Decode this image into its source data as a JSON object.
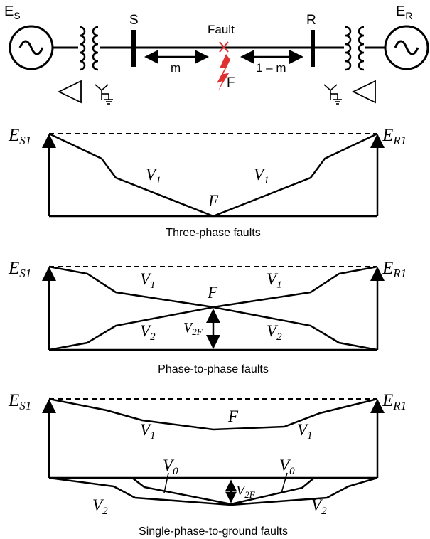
{
  "one_line": {
    "source_s": {
      "letter": "E",
      "sub": "S"
    },
    "source_r": {
      "letter": "E",
      "sub": "R"
    },
    "bus_s": "S",
    "bus_r": "R",
    "fault_label": "Fault",
    "m_label": "m",
    "one_minus_m_label": "1 – m",
    "fault_point_label": "F",
    "colors": {
      "line": "#000000",
      "fault": "#e0302f"
    }
  },
  "panels": [
    {
      "caption": "Three-phase faults",
      "left_source": {
        "main": "E",
        "sub": "S1"
      },
      "right_source": {
        "main": "E",
        "sub": "R1"
      },
      "curve_labels": {
        "pos_left": "V",
        "pos_left_sub": "1",
        "pos_right": "V",
        "pos_right_sub": "1",
        "fault": "F"
      }
    },
    {
      "caption": "Phase-to-phase faults",
      "left_source": {
        "main": "E",
        "sub": "S1"
      },
      "right_source": {
        "main": "E",
        "sub": "R1"
      },
      "curve_labels": {
        "pos_left": "V",
        "pos_left_sub": "1",
        "pos_right": "V",
        "pos_right_sub": "1",
        "neg_left": "V",
        "neg_left_sub": "2",
        "neg_right": "V",
        "neg_right_sub": "2",
        "fault_volt": "V",
        "fault_volt_sub": "2F",
        "fault": "F"
      }
    },
    {
      "caption": "Single-phase-to-ground faults",
      "left_source": {
        "main": "E",
        "sub": "S1"
      },
      "right_source": {
        "main": "E",
        "sub": "R1"
      },
      "curve_labels": {
        "pos_left": "V",
        "pos_left_sub": "1",
        "pos_right": "V",
        "pos_right_sub": "1",
        "zero_left": "V",
        "zero_left_sub": "0",
        "zero_right": "V",
        "zero_right_sub": "0",
        "neg_left": "V",
        "neg_left_sub": "2",
        "neg_right": "V",
        "neg_right_sub": "2",
        "fault_volt": "V",
        "fault_volt_sub": "2F",
        "fault": "F"
      }
    }
  ]
}
